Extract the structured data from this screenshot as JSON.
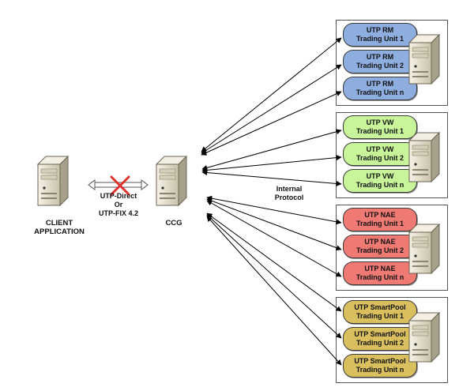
{
  "client": {
    "label_line1": "CLIENT",
    "label_line2": "APPLICATION"
  },
  "ccg": {
    "label": "CCG"
  },
  "connection": {
    "line1": "UTP-Direct",
    "line2": "Or",
    "line3": "UTP-FIX 4.2"
  },
  "internal": {
    "line1": "Internal",
    "line2": "Protocol"
  },
  "groups": [
    {
      "color": "#8eaee0",
      "units": [
        {
          "line1": "UTP RM",
          "line2": "Trading Unit 1"
        },
        {
          "line1": "UTP RM",
          "line2": "Trading Unit 2"
        },
        {
          "line1": "UTP RM",
          "line2": "Trading Unit n"
        }
      ]
    },
    {
      "color": "#c8f59a",
      "units": [
        {
          "line1": "UTP VW",
          "line2": "Trading Unit 1"
        },
        {
          "line1": "UTP VW",
          "line2": "Trading Unit 2"
        },
        {
          "line1": "UTP VW",
          "line2": "Trading Unit n"
        }
      ]
    },
    {
      "color": "#ef7a73",
      "units": [
        {
          "line1": "UTP NAE",
          "line2": "Trading Unit 1"
        },
        {
          "line1": "UTP NAE",
          "line2": "Trading Unit 2"
        },
        {
          "line1": "UTP NAE",
          "line2": "Trading Unit n"
        }
      ]
    },
    {
      "color": "#d9bf5e",
      "units": [
        {
          "line1": "UTP SmartPool",
          "line2": "Trading Unit 1"
        },
        {
          "line1": "UTP SmartPool",
          "line2": "Trading Unit 2"
        },
        {
          "line1": "UTP SmartPool",
          "line2": "Trading Unit n"
        }
      ]
    }
  ],
  "colors": {
    "cross": "#e03030",
    "server_body": "#e8e2cf",
    "server_dark": "#6a6454"
  }
}
